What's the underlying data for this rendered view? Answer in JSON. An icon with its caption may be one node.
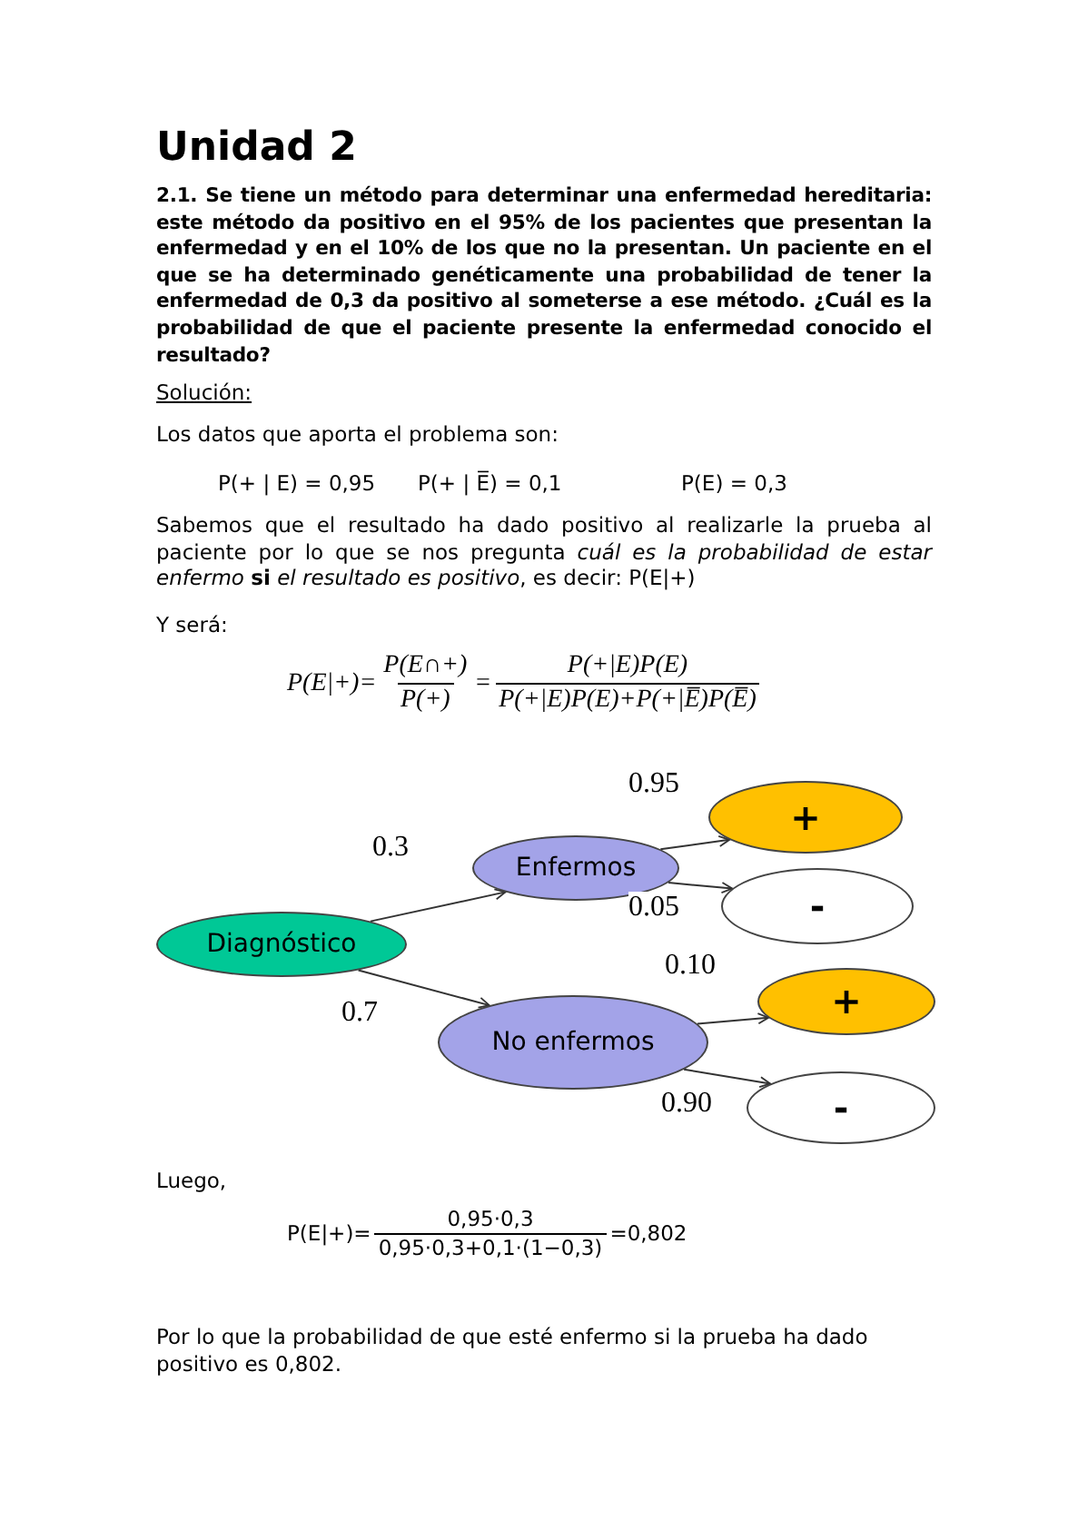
{
  "diagram": {
    "title": "Unidad 2",
    "nodes": [
      {
        "text": [
          "Diagnóstico"
        ]
      },
      {
        "text": [
          "Enfermos"
        ]
      },
      {
        "text": [
          "+"
        ]
      },
      {
        "text": [
          "-"
        ]
      },
      {
        "text": [
          "No enfermos"
        ]
      },
      {
        "text": [
          "+"
        ]
      },
      {
        "text": [
          "-"
        ]
      }
    ],
    "edges": [
      {
        "from": 0,
        "to": 1,
        "arrow": "to",
        "label": "0.3"
      },
      {
        "from": 0,
        "to": 4,
        "arrow": "to",
        "label": "0.7"
      },
      {
        "from": 1,
        "to": 2,
        "arrow": "to",
        "label": "0.95"
      },
      {
        "from": 1,
        "to": 3,
        "arrow": "to",
        "label": "0.05"
      },
      {
        "from": 4,
        "to": 5,
        "arrow": "to",
        "label": "0.10"
      },
      {
        "from": 4,
        "to": 6,
        "arrow": "to",
        "label": "0.90"
      }
    ],
    "labels": [
      "2.1. Se tiene un método para determinar una enfermedad hereditaria: este método da positivo en el 95% de los pacientes que presentan la enfermedad y en el 10% de los que no la presentan. Un paciente en el que se ha determinado genéticamente una probabilidad de tener la enfermedad de 0,3 da positivo al someterse a ese método. ¿Cuál es la probabilidad de que el paciente presente la enfermedad conocido el resultado?",
      "Solución:",
      "Los datos que aporta el problema son:",
      "P(+ | E) = 0,95",
      "P(+ | E̅) = 0,1",
      "P(E) = 0,3",
      "Sabemos que el resultado ha dado positivo al realizarle la prueba al paciente por lo que se nos pregunta *cuál es la probabilidad de estar enfermo* **si** *el resultado es positivo*, es decir: P(E|+)",
      "Y será:",
      "P(E|+)=",
      "P(E∩+)",
      "P(+)",
      "=",
      "P(+|E)P(E)",
      "P(+|E)P(E)+P(+|E̅)P(E̅)",
      "Luego,",
      "P(E|+)=",
      "0,95·0,3",
      "0,95·0,3+0,1·(1−0,3)",
      "=0,802",
      "Por lo que la probabilidad de que esté enfermo si la prueba ha dado positivo es 0,802."
    ]
  }
}
